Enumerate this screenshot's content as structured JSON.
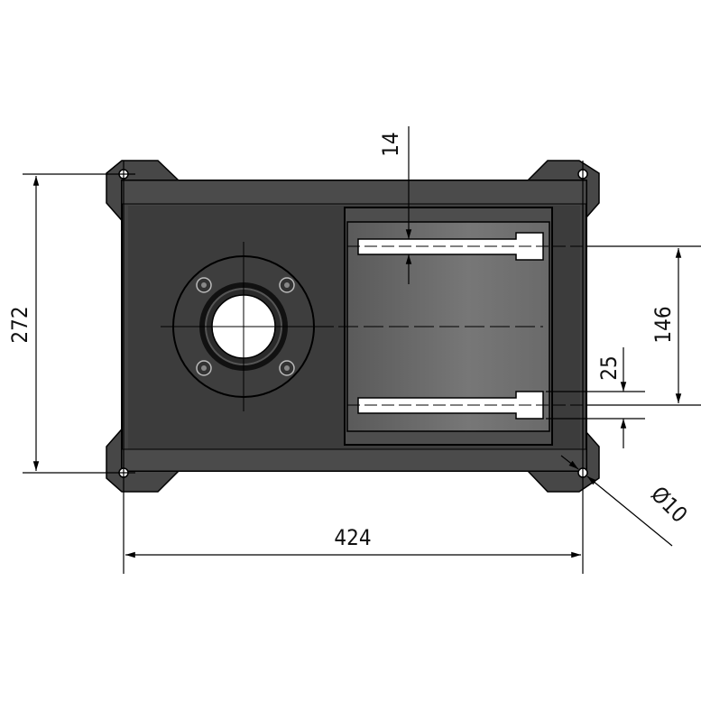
{
  "drawing": {
    "dimensions": {
      "height_overall": "272",
      "width_overall": "424",
      "slot_width": "14",
      "slot_spacing": "146",
      "slot_head": "25",
      "hole_diameter": "Ø10"
    },
    "colors": {
      "body": "#3f3f3f",
      "body_edge": "#4a4a4a",
      "panel": "#6e6e6e",
      "line": "#000000"
    }
  }
}
